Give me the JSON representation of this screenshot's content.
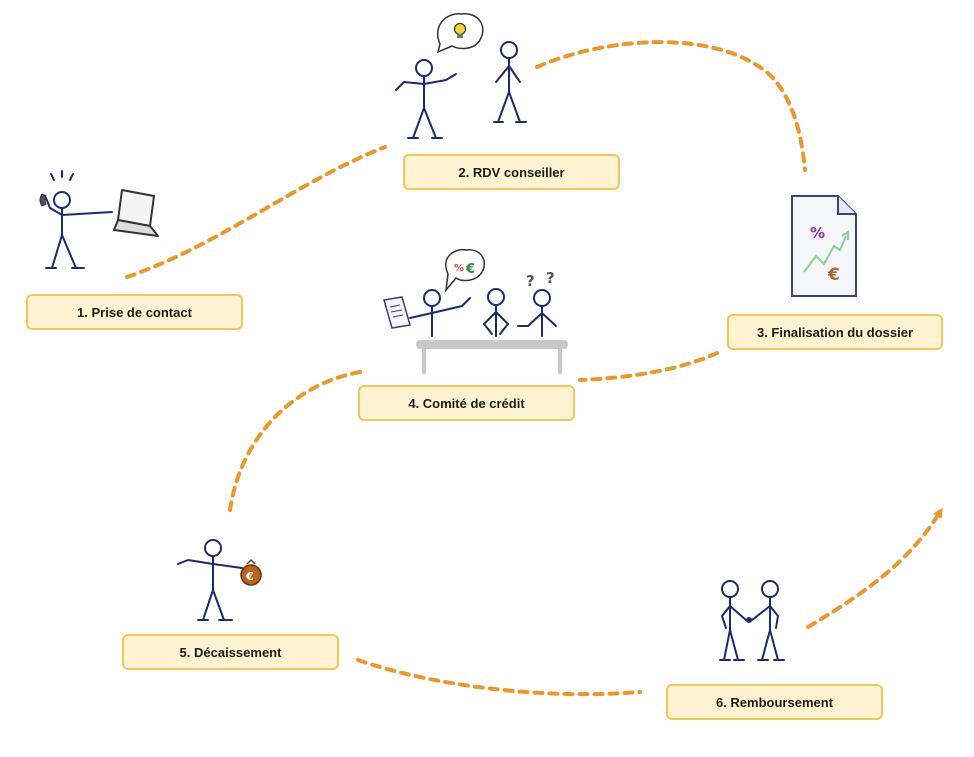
{
  "steps": [
    {
      "label": "1. Prise de contact"
    },
    {
      "label": "2. RDV conseiller"
    },
    {
      "label": "3. Finalisation du dossier"
    },
    {
      "label": "4. Comité de crédit"
    },
    {
      "label": "5. Décaissement"
    },
    {
      "label": "6. Remboursement"
    }
  ],
  "symbols": {
    "euro": "€",
    "percent": "%",
    "question": "?"
  },
  "colors": {
    "path": "#e8982f",
    "figure": "#1d2a73",
    "box_fill": "#fff3d2",
    "box_border": "#f3c65a",
    "coin": "#b5651d",
    "percent": "#9b2aa8",
    "euro_green": "#2e8b3e"
  }
}
